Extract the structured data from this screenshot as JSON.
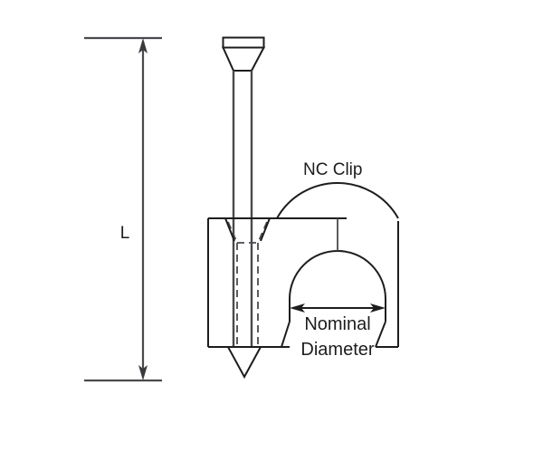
{
  "drawing": {
    "title_label": "NC Clip",
    "length_label": "L",
    "diameter_label_line1": "Nominal",
    "diameter_label_line2": "Diameter",
    "colors": {
      "line": "#4a4a4e",
      "outline": "#1d1d1d",
      "text": "#1d1d1d",
      "background": "#ffffff"
    },
    "parts": {
      "nail_name": "nail",
      "clip_name": "NC Clip",
      "nail_head_name": "nail-head",
      "nail_shaft_name": "nail-shaft",
      "nail_tip_name": "nail-point",
      "clip_arch_name": "clip-arch",
      "hidden_line_name": "hidden-nail-outline"
    },
    "dimensions": {
      "length_dim_name": "overall-length",
      "diameter_dim_name": "nominal-diameter"
    }
  }
}
